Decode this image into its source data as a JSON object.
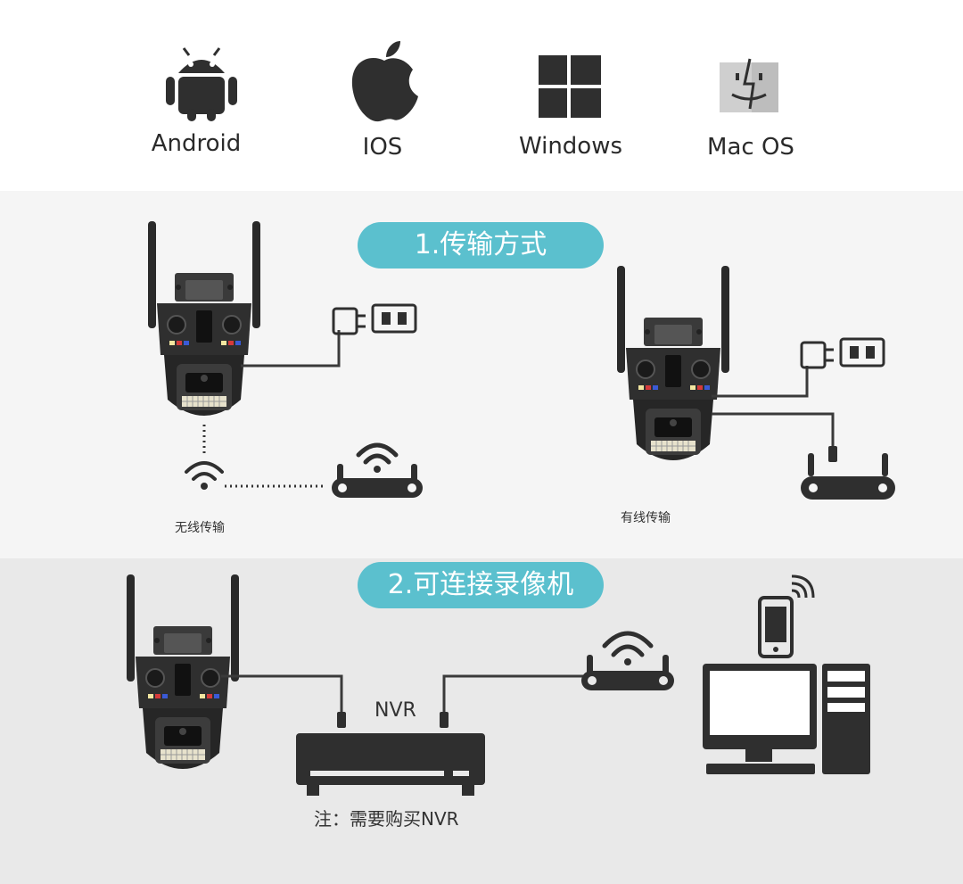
{
  "os_list": [
    {
      "label": "Android",
      "icon": "android-icon"
    },
    {
      "label": "IOS",
      "icon": "apple-icon"
    },
    {
      "label": "Windows",
      "icon": "windows-icon"
    },
    {
      "label": "Mac OS",
      "icon": "mac-finder-icon"
    }
  ],
  "section1": {
    "title": "1.传输方式",
    "wireless_caption": "无线传输",
    "wired_caption": "有线传输"
  },
  "section2": {
    "title": "2.可连接录像机",
    "nvr_label": "NVR",
    "note": "注：需要购买NVR"
  },
  "colors": {
    "pill": "#5bc0ce",
    "device": "#2f2f2f",
    "line": "#3a3a3a"
  }
}
